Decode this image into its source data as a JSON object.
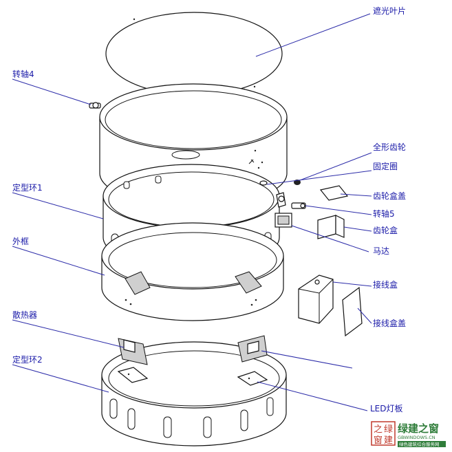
{
  "labels": {
    "shade": "遮光叶片",
    "shaft4": "转轴4",
    "sector_gear": "全形齿轮",
    "fixed_ring": "固定圈",
    "gearbox_cover": "齿轮盒盖",
    "shaft5": "转轴5",
    "ring1": "定型环1",
    "gearbox": "齿轮盒",
    "motor": "马达",
    "frame": "外框",
    "junction_box": "接线盒",
    "junction_cover": "接线盒盖",
    "heatsink": "散热器",
    "ring2": "定型环2",
    "led_board": "LED灯板"
  },
  "watermark": {
    "c1": "之",
    "c2": "窗",
    "c3": "绿",
    "c4": "建",
    "brand": "绿建之窗",
    "site": "GBWINDOWS.CN",
    "tagline": "绿色建筑综合服务网"
  },
  "colors": {
    "label": "#1a1aa8",
    "leader": "#2a2aa8",
    "stamp": "#c0392b",
    "brand": "#2f7d3a"
  }
}
